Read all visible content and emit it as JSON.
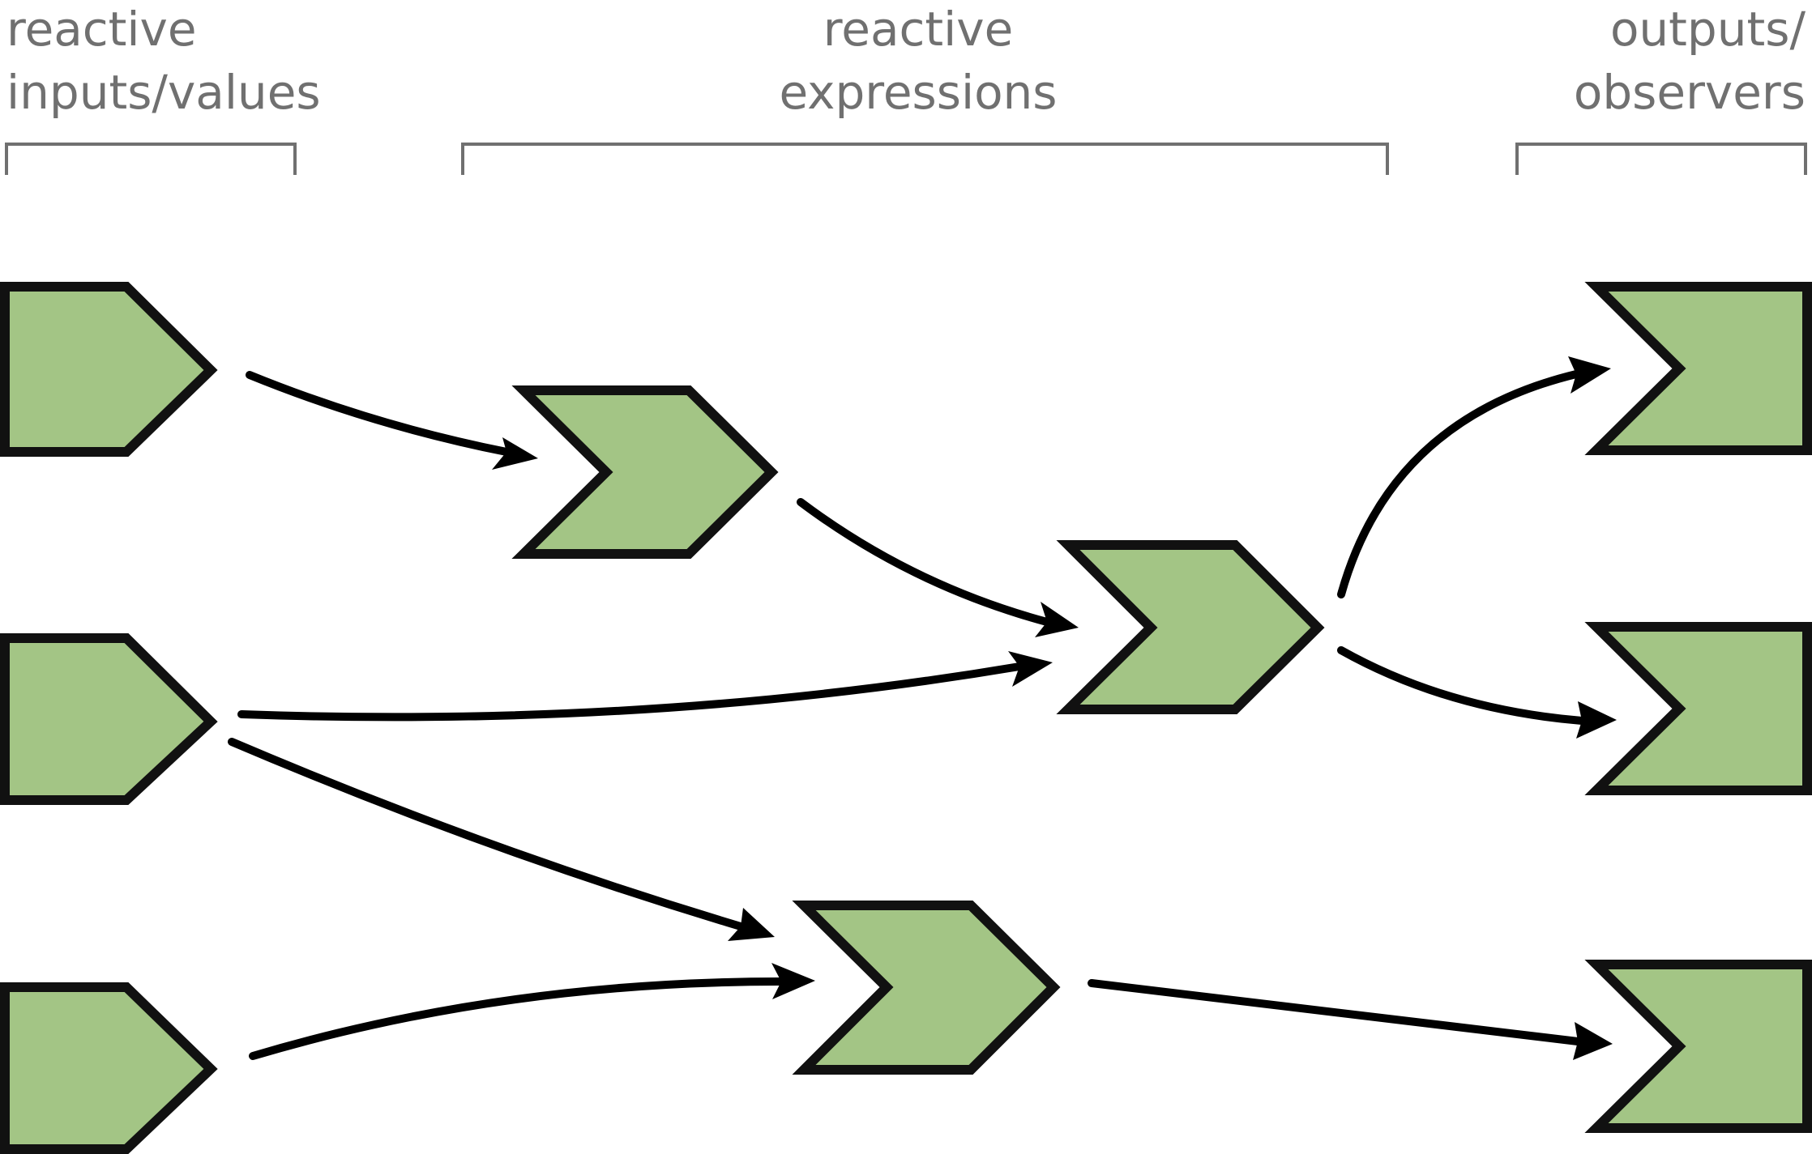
{
  "headings": {
    "inputs": {
      "line1": "reactive",
      "line2": "inputs/values"
    },
    "expressions": {
      "line1": "reactive",
      "line2": "expressions"
    },
    "outputs": {
      "line1": "outputs/",
      "line2": "observers"
    }
  },
  "nodes": {
    "inputs": [
      "reactive-input-1",
      "reactive-input-2",
      "reactive-input-3"
    ],
    "expressions": [
      "reactive-expression-1",
      "reactive-expression-2",
      "reactive-expression-3"
    ],
    "outputs": [
      "output-observer-1",
      "output-observer-2",
      "output-observer-3"
    ]
  },
  "edges": [
    {
      "from": "reactive-input-1",
      "to": "reactive-expression-1"
    },
    {
      "from": "reactive-expression-1",
      "to": "reactive-expression-2"
    },
    {
      "from": "reactive-input-2",
      "to": "reactive-expression-2"
    },
    {
      "from": "reactive-input-2",
      "to": "reactive-expression-3"
    },
    {
      "from": "reactive-input-3",
      "to": "reactive-expression-3"
    },
    {
      "from": "reactive-expression-2",
      "to": "output-observer-1"
    },
    {
      "from": "reactive-expression-2",
      "to": "output-observer-2"
    },
    {
      "from": "reactive-expression-3",
      "to": "output-observer-3"
    }
  ],
  "colors": {
    "node_fill": "#a3c585",
    "node_stroke": "#111111",
    "edge": "#000000",
    "heading_text": "#707070",
    "bracket": "#707070",
    "background": "#ffffff"
  }
}
